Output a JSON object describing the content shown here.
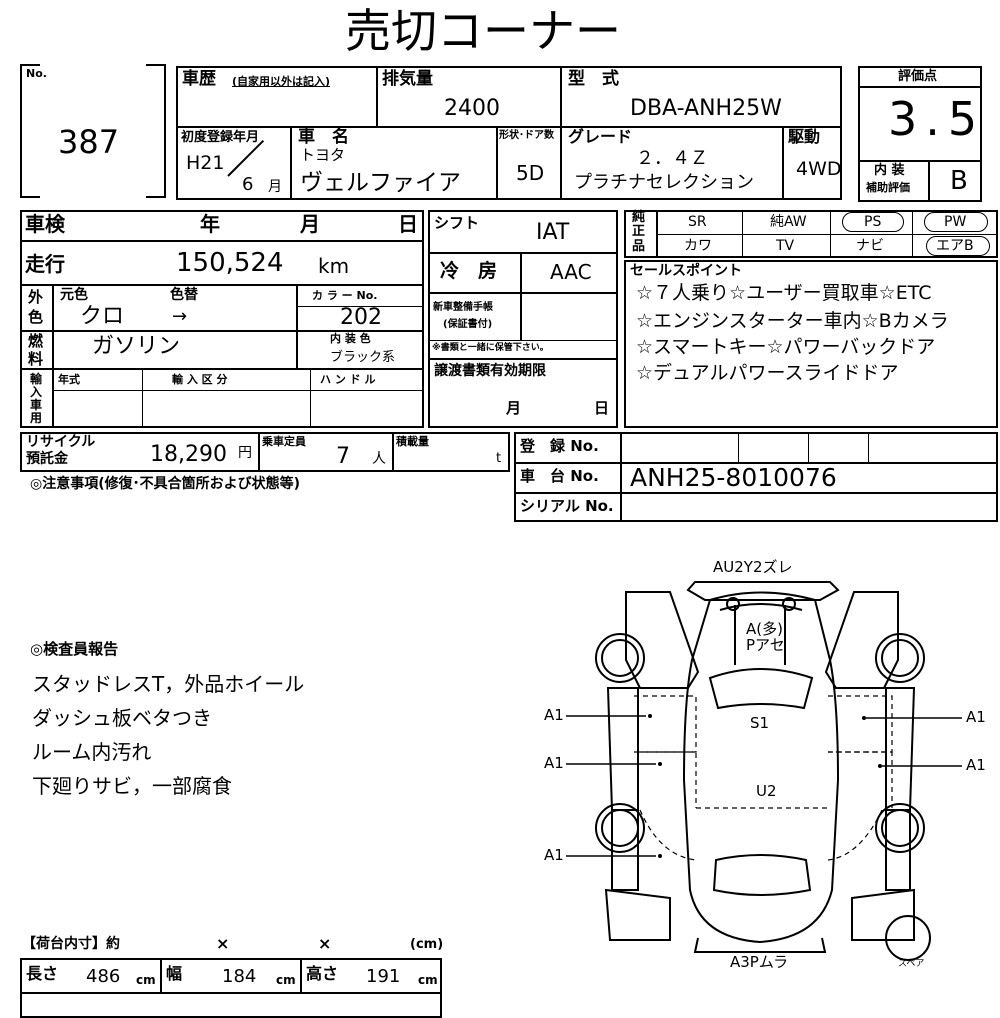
{
  "title": "売切コーナー",
  "lot": {
    "label": "No.",
    "value": "387"
  },
  "history": {
    "label": "車歴",
    "note": "(自家用以外は記入)"
  },
  "displacement": {
    "label": "排気量",
    "value": "2400"
  },
  "model": {
    "label": "型　式",
    "value": "DBA-ANH25W"
  },
  "first_reg": {
    "label": "初度登録年月",
    "era": "H21",
    "month_value": "6",
    "month_unit": "月"
  },
  "car_name": {
    "label": "車　名",
    "maker": "トヨタ",
    "value": "ヴェルファイア"
  },
  "shape": {
    "label": "形状･ドア数",
    "value": "5D"
  },
  "grade": {
    "label": "グレード",
    "line1": "２．４Ｚ",
    "line2": "プラチナセレクション"
  },
  "drive": {
    "label": "駆動",
    "value": "4WD"
  },
  "rating": {
    "label": "評価点",
    "value": "3.5",
    "interior_label1": "内 装",
    "interior_label2": "補助評価",
    "interior_value": "B"
  },
  "inspection": {
    "label": "車検",
    "year": "年",
    "month": "月",
    "day": "日"
  },
  "mileage": {
    "label": "走行",
    "value": "150,524",
    "unit": "km"
  },
  "color": {
    "side1": "外",
    "side2": "色",
    "orig_label": "元色",
    "change_label": "色替",
    "value": "クロ",
    "arrow": "→",
    "code_label": "カ ラ ー No.",
    "code": "202"
  },
  "interior_color": {
    "label": "内 装 色",
    "value": "ブラック系"
  },
  "fuel": {
    "side1": "燃",
    "side2": "料",
    "value": "ガソリン"
  },
  "import": {
    "side": "輸入車用",
    "year_label": "年式",
    "class_label": "輸 入 区 分",
    "handle_label": "ハ ン ド ル"
  },
  "shift": {
    "label": "シフト",
    "value": "IAT"
  },
  "aircon": {
    "label": "冷　房",
    "value": "AAC"
  },
  "warranty": {
    "line1": "新車整備手帳",
    "line2": "(保証書付)",
    "note": "※書類と一緒に保管下さい。"
  },
  "transfer": {
    "label": "譲渡書類有効期限",
    "month": "月",
    "day": "日"
  },
  "options": {
    "side1": "純",
    "side2": "正",
    "side3": "品",
    "row1": [
      "SR",
      "純AW",
      "PS",
      "PW"
    ],
    "row2": [
      "カワ",
      "TV",
      "ナビ",
      "エアB"
    ]
  },
  "sales_points": {
    "label": "セールスポイント",
    "lines": [
      "☆７人乗り☆ユーザー買取車☆ETC",
      "☆エンジンスターター車内☆Bカメラ",
      "☆スマートキー☆パワーバックドア",
      "☆デュアルパワースライドドア"
    ]
  },
  "recycle": {
    "label1": "リサイクル",
    "label2": "預託金",
    "value": "18,290",
    "unit": "円"
  },
  "capacity": {
    "label": "乗車定員",
    "value": "7",
    "unit": "人"
  },
  "load": {
    "label": "積載量",
    "unit": "t"
  },
  "registration": {
    "label": "登　録 No."
  },
  "chassis": {
    "label": "車　台 No.",
    "value": "ANH25-8010076"
  },
  "serial": {
    "label": "シリアル No."
  },
  "caution": {
    "label": "◎注意事項(修復･不具合箇所および状態等)"
  },
  "inspector": {
    "label": "◎検査員報告",
    "lines": [
      "スタッドレスT，外品ホイール",
      "ダッシュ板ベタつき",
      "ルーム内汚れ",
      "下廻りサビ，一部腐食"
    ]
  },
  "cargo": {
    "label": "【荷台内寸】約",
    "x1": "×",
    "x2": "×",
    "unit": "(cm)",
    "length_label": "長さ",
    "length": "486",
    "width_label": "幅",
    "width": "184",
    "height_label": "高さ",
    "height": "191",
    "cm": "cm"
  },
  "diagram": {
    "front": "AU2Y2ズレ",
    "hood": "A(多)",
    "hood2": "Pアセ",
    "roof": "S1",
    "rear_roof": "U2",
    "rear": "A3Pムラ",
    "spare": "スペア",
    "left": [
      "A1",
      "A1",
      "A1"
    ],
    "right": [
      "A1",
      "A1"
    ]
  }
}
